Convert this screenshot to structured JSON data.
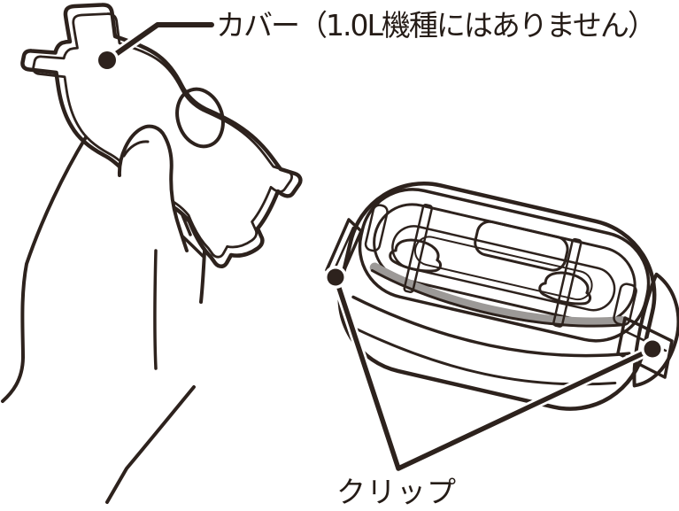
{
  "figure": {
    "type": "parts-illustration",
    "background_color": "#ffffff",
    "outline_color": "#2d221d",
    "text_color": "#251c17",
    "labels": {
      "cover": "カバー（1.0L機種にはありません）",
      "clip": "クリップ"
    },
    "colors": {
      "cover_fill": "#b4b1af",
      "container_body_fill": "#a9a6a4",
      "container_rim_fill": "#c7c5c3",
      "container_interior_fill": "#b2afad",
      "container_floor_fill": "#b9b6b4",
      "pin_fill": "#c4c1bf",
      "clip_tab_fill": "#c3c0be",
      "hand_fill": "#ffffff",
      "callout_dot_fill": "#2d221d",
      "callout_halo": "#ffffff"
    }
  }
}
